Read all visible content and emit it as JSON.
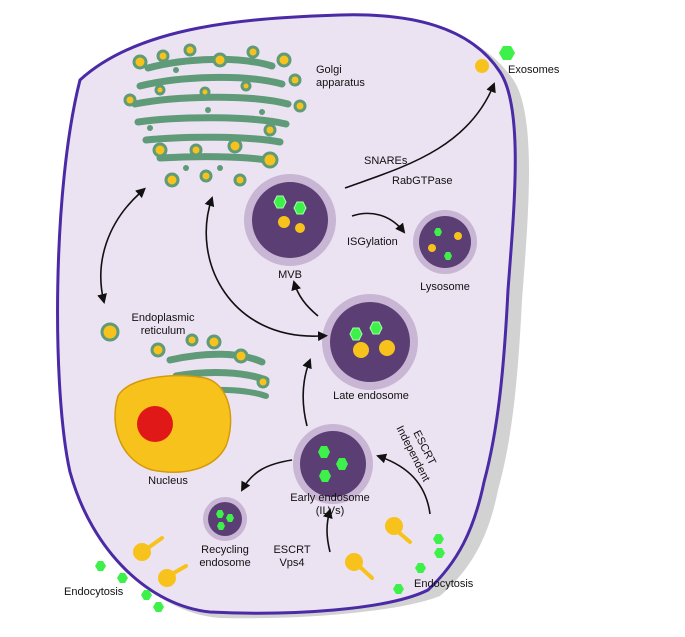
{
  "labels": {
    "golgi": [
      "Golgi",
      "apparatus"
    ],
    "exosomes": "Exosomes",
    "snares": "SNAREs",
    "rabgtpase": "RabGTPase",
    "isgylation": "ISGylation",
    "mvb": "MVB",
    "lysosome": "Lysosome",
    "er": [
      "Endoplasmic",
      "reticulum"
    ],
    "late_endosome": "Late endosome",
    "nucleus": "Nucleus",
    "escrt_independent": [
      "ESCRT",
      "Independent"
    ],
    "early_endosome": [
      "Early endosome",
      "(ILVs)"
    ],
    "recycling_endosome": [
      "Recycling",
      "endosome"
    ],
    "escrt_vps4": [
      "ESCRT",
      "Vps4"
    ],
    "endocytosis_left": "Endocytosis",
    "endocytosis_right": "Endocytosis"
  },
  "colors": {
    "cell_fill": "#ece3f2",
    "cell_border": "#4b2aa6",
    "shadow": "#d0d0d0",
    "vesicle_outer": "#c8b6d4",
    "vesicle_inner": "#5b3f74",
    "cargo_green": "#3df04a",
    "cargo_yellow": "#f8c21d",
    "organelle_green": "#5f9b78",
    "nucleus_yellow": "#f8c21d",
    "nucleolus_red": "#e01818",
    "arrow": "#111111"
  }
}
